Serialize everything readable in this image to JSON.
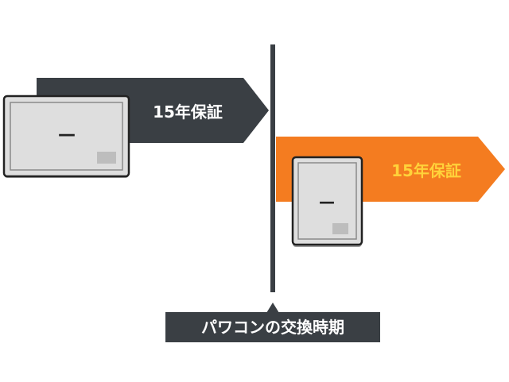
{
  "colors": {
    "dark_arrow": "#3a3f44",
    "orange_arrow": "#f47c20",
    "divider": "#3a3f44",
    "device_face": "#dedede",
    "device_outline": "#222222",
    "device_inner_border": "#8a8a8a",
    "device_badge": "#bdbdbd",
    "label_bg": "#3a3f44",
    "text_white": "#ffffff",
    "text_orange_label": "#ffd23a"
  },
  "diagram": {
    "old_unit": {
      "warranty_label": "15年保証",
      "device_mark": "—",
      "icon": "power-conditioner-horizontal-icon"
    },
    "new_unit": {
      "warranty_label": "15年保証",
      "device_mark": "—",
      "icon": "power-conditioner-vertical-icon"
    },
    "timeline": {
      "caption": "パワコンの交換時期"
    }
  }
}
